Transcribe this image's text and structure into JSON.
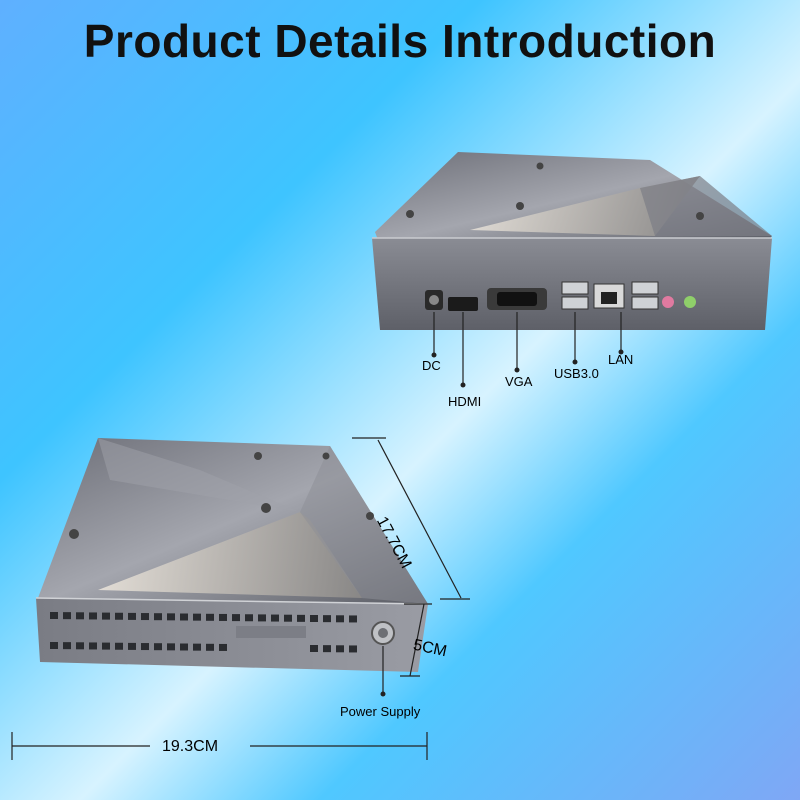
{
  "title": "Product Details Introduction",
  "ports": {
    "dc": "DC",
    "hdmi": "HDMI",
    "vga": "VGA",
    "usb": "USB3.0",
    "lan": "LAN"
  },
  "dimensions": {
    "depth": "17.7CM",
    "height": "5CM",
    "width": "19.3CM"
  },
  "power_label": "Power Supply"
}
